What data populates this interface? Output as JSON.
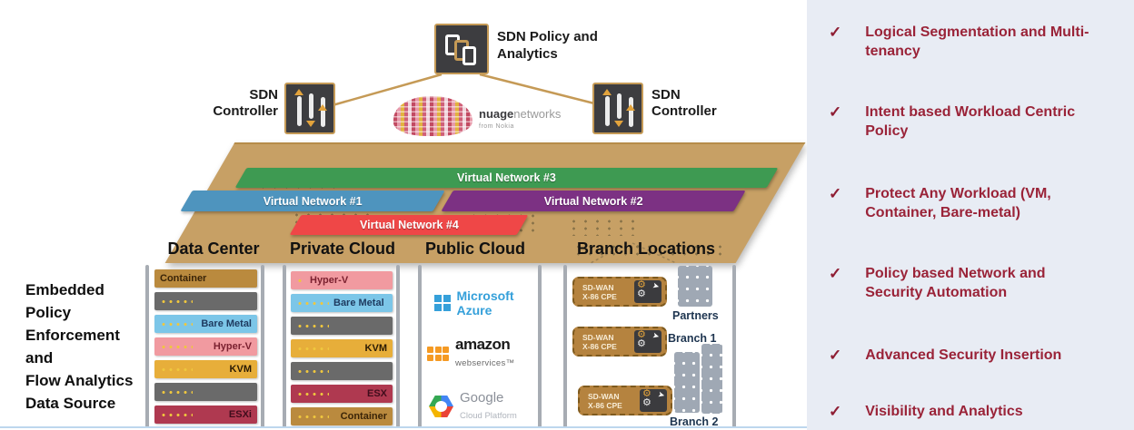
{
  "header": {
    "policy_label": "SDN Policy and Analytics",
    "controller_left": "SDN Controller",
    "controller_right": "SDN Controller",
    "logo": {
      "bold": "nuage",
      "light": "networks",
      "tagline": "from Nokia"
    }
  },
  "virtual_networks": [
    {
      "label": "Virtual Network #3",
      "color": "#3E9A52"
    },
    {
      "label": "Virtual Network #1",
      "color": "#4E94BE"
    },
    {
      "label": "Virtual Network #2",
      "color": "#7C3183"
    },
    {
      "label": "Virtual Network #4",
      "color": "#EF4747"
    }
  ],
  "left_caption": {
    "lines": [
      "Embedded",
      "Policy",
      "Enforcement",
      "and",
      "Flow Analytics",
      "Data Source"
    ]
  },
  "columns": {
    "data_center": {
      "title": "Data Center",
      "bars": [
        {
          "label": "Container",
          "color": "#BA8A3E"
        },
        {
          "label": "",
          "color": "#6A6A6A"
        },
        {
          "label": "Bare Metal",
          "color": "#7CC6E8"
        },
        {
          "label": "Hyper-V",
          "color": "#F19AA0"
        },
        {
          "label": "KVM",
          "color": "#E7AE3A"
        },
        {
          "label": "",
          "color": "#6A6A6A"
        },
        {
          "label": "ESXi",
          "color": "#AF3950"
        }
      ]
    },
    "private_cloud": {
      "title": "Private Cloud",
      "bars": [
        {
          "label": "Hyper-V",
          "color": "#F19AA0"
        },
        {
          "label": "Bare Metal",
          "color": "#7CC6E8"
        },
        {
          "label": "",
          "color": "#6A6A6A"
        },
        {
          "label": "KVM",
          "color": "#E7AE3A"
        },
        {
          "label": "",
          "color": "#6A6A6A"
        },
        {
          "label": "ESX",
          "color": "#AF3950"
        },
        {
          "label": "Container",
          "color": "#BA8A3E"
        }
      ]
    },
    "public_cloud": {
      "title": "Public Cloud",
      "providers": [
        {
          "name": "Microsoft Azure",
          "line1": "Microsoft",
          "line2": "Azure"
        },
        {
          "name": "Amazon Web Services",
          "line1": "amazon",
          "line2": "webservices™"
        },
        {
          "name": "Google Cloud Platform",
          "line1": "Google",
          "line2": "Cloud Platform"
        }
      ]
    },
    "branch": {
      "title": "Branch Locations",
      "cpe": {
        "line1": "SD-WAN",
        "line2": "X-86 CPE"
      },
      "sites": [
        "Partners",
        "Branch 1",
        "Branch 2"
      ]
    }
  },
  "checklist": {
    "check": "✓",
    "accent_color": "#9A2338",
    "panel_color": "#E8ECF4",
    "items": [
      "Logical Segmentation and Multi-tenancy",
      "Intent based Workload Centric Policy",
      "Protect Any Workload (VM, Container, Bare-metal)",
      "Policy based Network and Security Automation",
      "Advanced Security Insertion",
      "Visibility and Analytics"
    ]
  },
  "platform_color": "#C7A065"
}
